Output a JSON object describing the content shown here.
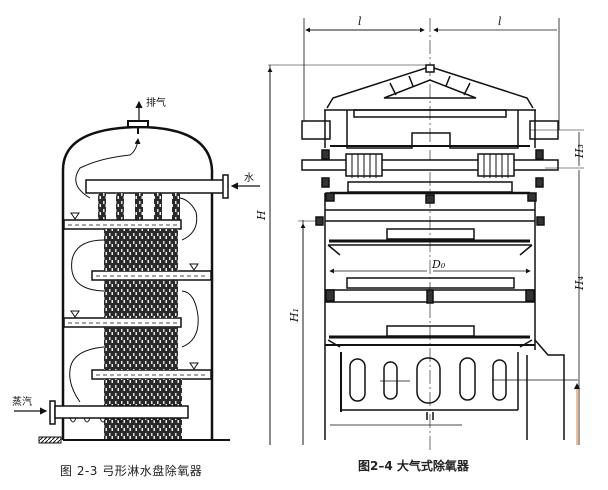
{
  "figure_left": {
    "caption": "图 2-3   弓形淋水盘除氧器",
    "labels": {
      "exhaust": "排气",
      "water": "水",
      "steam": "蒸汽"
    }
  },
  "figure_right": {
    "caption": "图2–4 大气式除氧器",
    "dimensions": {
      "l_left": "l",
      "l_right": "l",
      "H": "H",
      "H1": "H₁",
      "H3": "H₃",
      "H4": "H₄",
      "D0": "D₀"
    }
  },
  "colors": {
    "ink": "#111111",
    "accent_orange": "#e07a3a"
  }
}
